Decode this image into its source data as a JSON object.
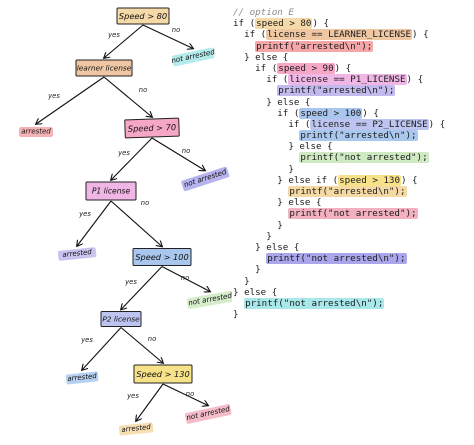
{
  "tree": {
    "nodes": [
      {
        "id": "speed80",
        "label": "Speed > 80",
        "color": "#f5d9a8"
      },
      {
        "id": "learner",
        "label": "learner license",
        "color": "#f0c7a3"
      },
      {
        "id": "speed70",
        "label": "Speed > 70",
        "color": "#f5a7c4"
      },
      {
        "id": "p1",
        "label": "P1 license",
        "color": "#f0b6e6"
      },
      {
        "id": "speed100",
        "label": "Speed > 100",
        "color": "#a9c6ee"
      },
      {
        "id": "p2",
        "label": "P2 license",
        "color": "#bcc4ef"
      },
      {
        "id": "speed130",
        "label": "Speed > 130",
        "color": "#f7e289"
      }
    ],
    "leaves": [
      {
        "id": "leaf1",
        "label": "not arrested",
        "color": "#a8e8ea"
      },
      {
        "id": "leaf2",
        "label": "arrested",
        "color": "#f4a6a8"
      },
      {
        "id": "leaf3",
        "label": "not arrested",
        "color": "#a9a6ec"
      },
      {
        "id": "leaf4",
        "label": "arrested",
        "color": "#c2b9ec"
      },
      {
        "id": "leaf5",
        "label": "not arrested",
        "color": "#cfeac2"
      },
      {
        "id": "leaf6",
        "label": "arrested",
        "color": "#aac8ee"
      },
      {
        "id": "leaf7",
        "label": "arrested",
        "color": "#f4d9a4"
      },
      {
        "id": "leaf8",
        "label": "not arrested",
        "color": "#f2b0c0"
      }
    ],
    "edges": [
      {
        "from": "speed80",
        "to": "learner",
        "label": "yes"
      },
      {
        "from": "speed80",
        "to": "leaf1",
        "label": "no"
      },
      {
        "from": "learner",
        "to": "leaf2",
        "label": "yes"
      },
      {
        "from": "learner",
        "to": "speed70",
        "label": "no"
      },
      {
        "from": "speed70",
        "to": "p1",
        "label": "yes"
      },
      {
        "from": "speed70",
        "to": "leaf3",
        "label": "no"
      },
      {
        "from": "p1",
        "to": "leaf4",
        "label": "yes"
      },
      {
        "from": "p1",
        "to": "speed100",
        "label": "no"
      },
      {
        "from": "speed100",
        "to": "p2",
        "label": "yes"
      },
      {
        "from": "speed100",
        "to": "leaf5",
        "label": "no"
      },
      {
        "from": "p2",
        "to": "leaf6",
        "label": "yes"
      },
      {
        "from": "p2",
        "to": "speed130",
        "label": "no"
      },
      {
        "from": "speed130",
        "to": "leaf7",
        "label": "yes"
      },
      {
        "from": "speed130",
        "to": "leaf8",
        "label": "no"
      }
    ]
  },
  "code": {
    "lines": [
      {
        "indent": 0,
        "parts": [
          {
            "t": "// option E",
            "cls": "comment"
          }
        ]
      },
      {
        "indent": 0,
        "parts": [
          {
            "t": "if ("
          },
          {
            "t": "speed > 80",
            "hl": "#f5d9a8"
          },
          {
            "t": ") {"
          }
        ]
      },
      {
        "indent": 2,
        "parts": [
          {
            "t": "if ("
          },
          {
            "t": "license == LEARNER_LICENSE",
            "hl": "#f0c7a3"
          },
          {
            "t": ") {"
          }
        ]
      },
      {
        "indent": 4,
        "parts": [
          {
            "t": "printf(\"arrested\\n\");",
            "hl": "#f4a6a8"
          }
        ]
      },
      {
        "indent": 2,
        "parts": [
          {
            "t": "} else {"
          }
        ]
      },
      {
        "indent": 4,
        "parts": [
          {
            "t": "if ("
          },
          {
            "t": "speed > 90",
            "hl": "#f5a7c4"
          },
          {
            "t": ") {"
          }
        ]
      },
      {
        "indent": 6,
        "parts": [
          {
            "t": "if ("
          },
          {
            "t": "license == P1_LICENSE",
            "hl": "#f0b6e6"
          },
          {
            "t": ") {"
          }
        ]
      },
      {
        "indent": 8,
        "parts": [
          {
            "t": "printf(\"arrested\\n\");",
            "hl": "#c2b9ec"
          }
        ]
      },
      {
        "indent": 6,
        "parts": [
          {
            "t": "} else {"
          }
        ]
      },
      {
        "indent": 8,
        "parts": [
          {
            "t": "if ("
          },
          {
            "t": "speed > 100",
            "hl": "#a9c6ee"
          },
          {
            "t": ") {"
          }
        ]
      },
      {
        "indent": 10,
        "parts": [
          {
            "t": "if ("
          },
          {
            "t": "license == P2_LICENSE",
            "hl": "#bcc4ef"
          },
          {
            "t": ") {"
          }
        ]
      },
      {
        "indent": 12,
        "parts": [
          {
            "t": "printf(\"arrested\\n\");",
            "hl": "#aac8ee"
          }
        ]
      },
      {
        "indent": 10,
        "parts": [
          {
            "t": "} else {"
          }
        ]
      },
      {
        "indent": 12,
        "parts": [
          {
            "t": "printf(\"not arrested\");",
            "hl": "#cfeac2"
          }
        ]
      },
      {
        "indent": 10,
        "parts": [
          {
            "t": "}"
          }
        ]
      },
      {
        "indent": 8,
        "parts": [
          {
            "t": "} else if ("
          },
          {
            "t": "speed > 130",
            "hl": "#f7e289"
          },
          {
            "t": ") {"
          }
        ]
      },
      {
        "indent": 10,
        "parts": [
          {
            "t": "printf(\"arrested\\n\");",
            "hl": "#f4d9a4"
          }
        ]
      },
      {
        "indent": 8,
        "parts": [
          {
            "t": "} else {"
          }
        ]
      },
      {
        "indent": 10,
        "parts": [
          {
            "t": "printf(\"not arrested\");",
            "hl": "#f2b0c0"
          }
        ]
      },
      {
        "indent": 8,
        "parts": [
          {
            "t": "}"
          }
        ]
      },
      {
        "indent": 6,
        "parts": [
          {
            "t": "}"
          }
        ]
      },
      {
        "indent": 4,
        "parts": [
          {
            "t": "} else {"
          }
        ]
      },
      {
        "indent": 6,
        "parts": [
          {
            "t": "printf(\"not arrested\\n\");",
            "hl": "#a9a6ec"
          }
        ]
      },
      {
        "indent": 4,
        "parts": [
          {
            "t": "}"
          }
        ]
      },
      {
        "indent": 2,
        "parts": [
          {
            "t": "}"
          }
        ]
      },
      {
        "indent": 0,
        "parts": [
          {
            "t": "} else {"
          }
        ]
      },
      {
        "indent": 2,
        "parts": [
          {
            "t": "printf(\"not arrested\\n\");",
            "hl": "#a8e8ea"
          }
        ]
      },
      {
        "indent": 0,
        "parts": [
          {
            "t": "}"
          }
        ]
      }
    ]
  }
}
